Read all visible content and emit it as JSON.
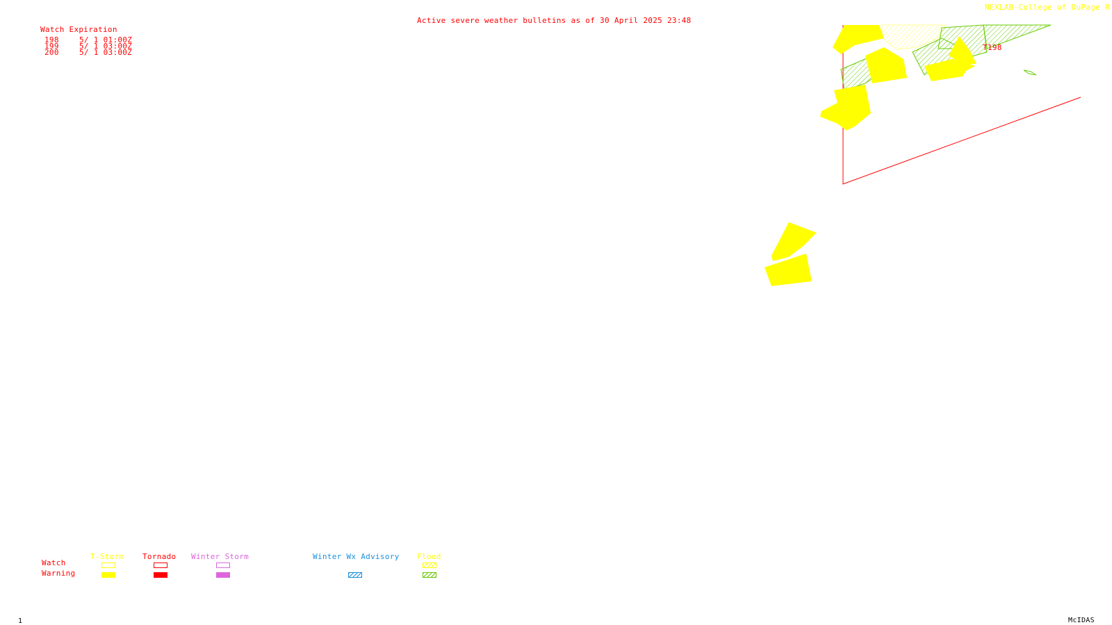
{
  "header": {
    "title": "Active severe weather bulletins as of 30 April 2025 23:48",
    "credit": "NEXLAB-College of DuPage R"
  },
  "watch_expiration": {
    "heading": "Watch Expiration",
    "rows": [
      {
        "id": "198",
        "expires": "5/ 1 01:00Z"
      },
      {
        "id": "199",
        "expires": "5/ 1 03:00Z"
      },
      {
        "id": "200",
        "expires": "5/ 1 03:00Z"
      }
    ]
  },
  "map": {
    "watch_label": "T198"
  },
  "legend": {
    "row_labels": {
      "watch": "Watch",
      "warning": "Warning"
    },
    "columns": [
      {
        "name": "T-Storm",
        "color": "#ffff00",
        "watch_style": "outline",
        "warning_style": "solid"
      },
      {
        "name": "Tornado",
        "color": "#ff0000",
        "watch_style": "outline",
        "warning_style": "solid"
      },
      {
        "name": "Winter Storm",
        "color": "#dd66dd",
        "watch_style": "outline",
        "warning_style": "solid"
      },
      {
        "name": "Winter Wx Advisory",
        "color": "#1e90dd",
        "watch_style": "none",
        "warning_style": "hatched"
      },
      {
        "name": "Flood",
        "color": "#ffff00",
        "watch_style": "hatched",
        "warning_style": "hatched-green"
      }
    ]
  },
  "footer": {
    "frame_number": "1",
    "software": "McIDAS"
  },
  "colors": {
    "text_red": "#ff0000",
    "tstorm_yellow": "#ffff00",
    "flood_green": "#66cc00",
    "advisory_blue": "#1e90dd",
    "winter_storm_violet": "#dd66dd"
  }
}
